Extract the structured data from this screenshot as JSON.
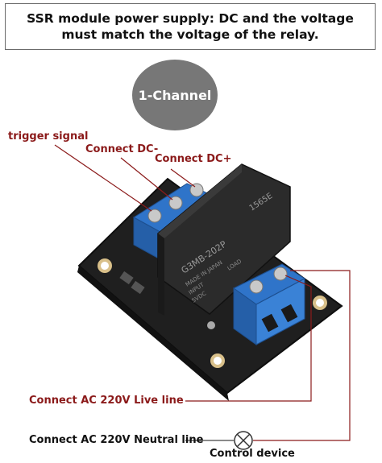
{
  "header": {
    "title": "SSR module power supply: DC and the voltage must match the voltage of the relay."
  },
  "badge": {
    "text": "1-Channel"
  },
  "labels": {
    "trigger": "trigger signal",
    "dc_minus": "Connect DC-",
    "dc_plus": "Connect DC+",
    "live": "Connect AC 220V Live line",
    "neutral": "Connect AC 220V Neutral line",
    "control": "Control device"
  },
  "relay_text": {
    "model": "G3MB-202P",
    "code": "1565E",
    "made": "MADE IN JAPAN",
    "input": "INPUT",
    "load": "LOAD",
    "vdc": "5VDC"
  },
  "colors": {
    "label_red": "#8b1a1a",
    "terminal_blue": "#2f74c9",
    "board": "#1e1e1e",
    "relay_body": "#2b2b2b"
  }
}
